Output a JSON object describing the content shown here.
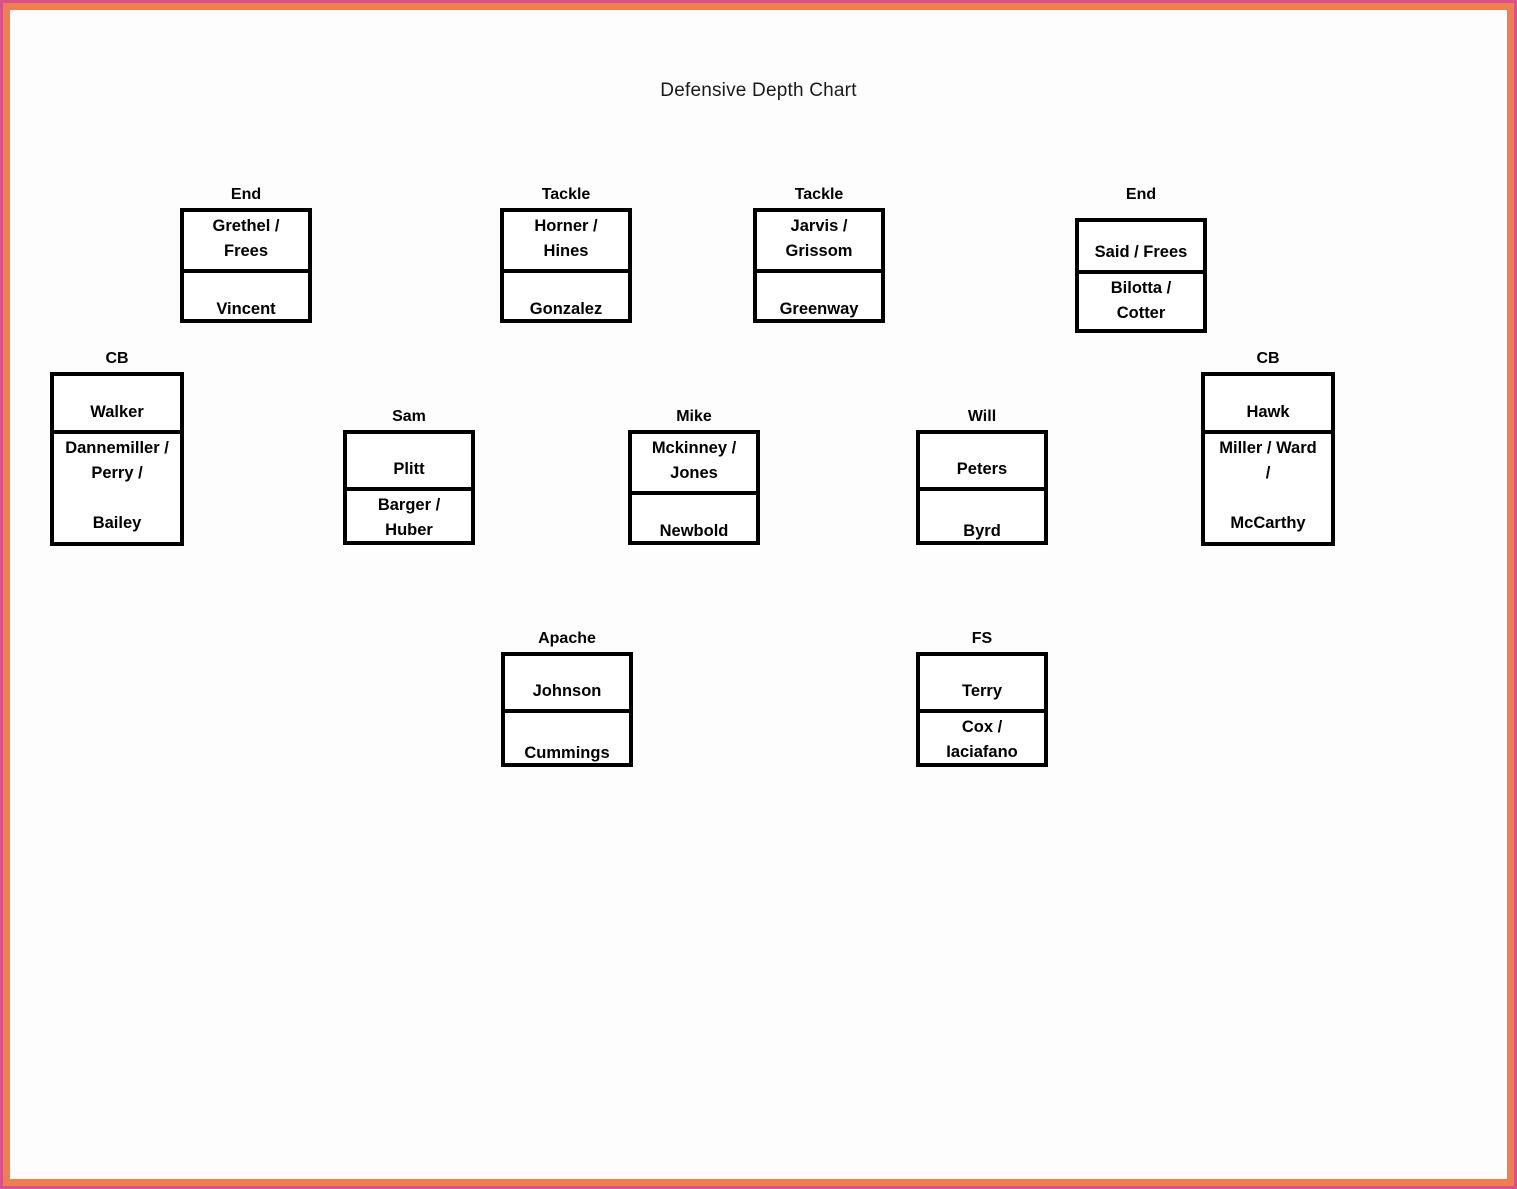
{
  "title": "Defensive Depth Chart",
  "colors": {
    "frame_outer": "#d9508a",
    "frame_inner": "#ef7f4f",
    "box_border": "#000000",
    "page_background": "#fdfdfd",
    "text": "#000000"
  },
  "positions": [
    {
      "label": "End",
      "cells": [
        {
          "text": "Grethel /\nFrees",
          "align": "top"
        },
        {
          "text": "Vincent",
          "align": "bottom"
        }
      ]
    },
    {
      "label": "Tackle",
      "cells": [
        {
          "text": "Horner /\nHines",
          "align": "top"
        },
        {
          "text": "Gonzalez",
          "align": "bottom"
        }
      ]
    },
    {
      "label": "Tackle",
      "cells": [
        {
          "text": "Jarvis /\nGrissom",
          "align": "top"
        },
        {
          "text": "Greenway",
          "align": "bottom"
        }
      ]
    },
    {
      "label": "End",
      "cells": [
        {
          "text": "Said / Frees",
          "align": "bottom"
        },
        {
          "text": "Bilotta /\nCotter",
          "align": "top"
        }
      ]
    },
    {
      "label": "CB",
      "cells": [
        {
          "text": "Walker",
          "align": "bottom"
        },
        {
          "text": "Dannemiller /\nPerry /\n\nBailey",
          "align": "top"
        }
      ]
    },
    {
      "label": "Sam",
      "cells": [
        {
          "text": "Plitt",
          "align": "bottom"
        },
        {
          "text": "Barger /\nHuber",
          "align": "top"
        }
      ]
    },
    {
      "label": "Mike",
      "cells": [
        {
          "text": "Mckinney /\nJones",
          "align": "top"
        },
        {
          "text": "Newbold",
          "align": "bottom"
        }
      ]
    },
    {
      "label": "Will",
      "cells": [
        {
          "text": "Peters",
          "align": "bottom"
        },
        {
          "text": "Byrd",
          "align": "bottom"
        }
      ]
    },
    {
      "label": "CB",
      "cells": [
        {
          "text": "Hawk",
          "align": "bottom"
        },
        {
          "text": "Miller / Ward\n/\n\nMcCarthy",
          "align": "top"
        }
      ]
    },
    {
      "label": "Apache",
      "cells": [
        {
          "text": "Johnson",
          "align": "bottom"
        },
        {
          "text": "Cummings",
          "align": "bottom"
        }
      ]
    },
    {
      "label": "FS",
      "cells": [
        {
          "text": "Terry",
          "align": "bottom"
        },
        {
          "text": "Cox /\nIaciafano",
          "align": "top"
        }
      ]
    }
  ]
}
